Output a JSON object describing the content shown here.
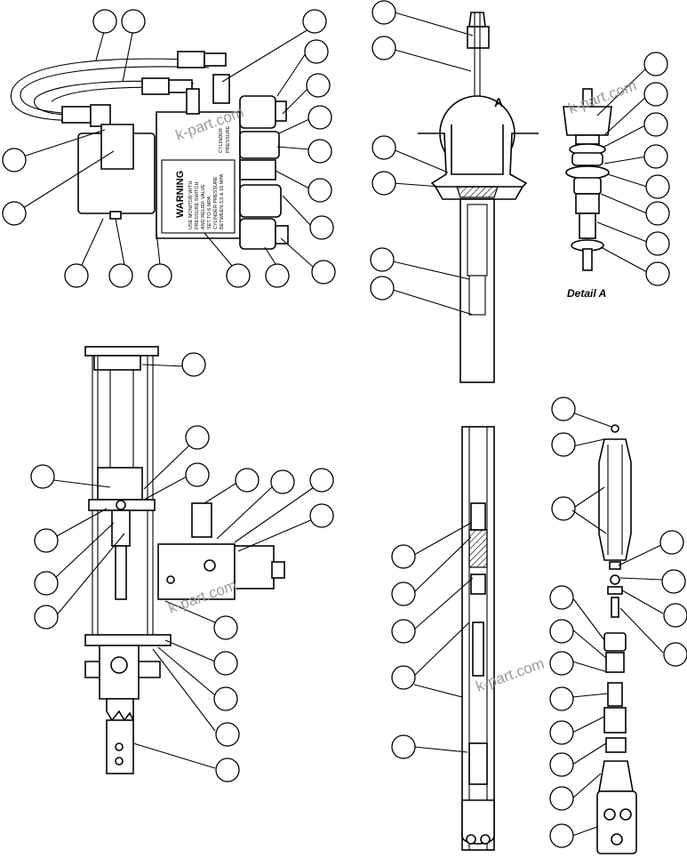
{
  "labels": {
    "warning_title": "WARNING",
    "warning_lines": [
      "USE MONITOR WITH",
      "PRESSURE SWITCH",
      "AND RELIEF VALVE",
      "SET TO 6 MPA",
      "CYLINDER PRESSURE",
      "BETWEEN 3.5 & 10 MPA"
    ],
    "side_label_1": "CYLINDER",
    "side_label_2": "PRESSURE",
    "detail_marker": "A",
    "detail_caption": "Detail A"
  },
  "watermark": "k-part.com"
}
